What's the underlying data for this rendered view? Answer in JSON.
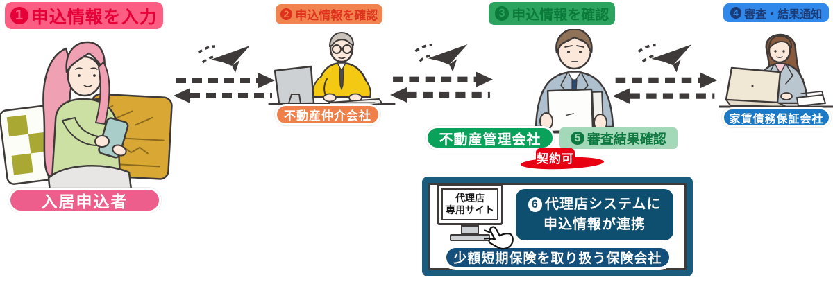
{
  "palette": {
    "line_art": "#3E3A39",
    "step1_badge_bg": "#FB5E82",
    "step1_badge_text": "#E60038",
    "step1_pill_bg": "#EE5E8D",
    "step2_badge_bg": "#F0834E",
    "step2_badge_text": "#DF311E",
    "step2_pill_bg": "#EF8049",
    "step3_badge_bg": "#2CA45F",
    "step3_badge_text": "#0B7A3A",
    "step3_pill_bg": "#0AA25B",
    "step4_badge_bg": "#2F88EA",
    "step4_badge_text": "#1B3B76",
    "step4_pill_bg": "#1B79C6",
    "review_badge_bg": "#A3D8B8",
    "review_badge_text": "#0E7A42",
    "contract_badge_bg": "#E60012",
    "agency_box_border": "#195C7D",
    "system_badge_bg": "#0E4E6E",
    "company_pill_bg": "#134F7A"
  },
  "steps": [
    {
      "num": "1",
      "badge": "申込情報を入力",
      "actor": "入居申込者",
      "illustration": "applicant-woman-with-smartphone"
    },
    {
      "num": "2",
      "badge": "申込情報を確認",
      "actor": "不動産仲介会社",
      "illustration": "broker-at-desk"
    },
    {
      "num": "3",
      "badge": "申込情報を確認",
      "actor": "不動産管理会社",
      "illustration": "manager-reading-documents"
    },
    {
      "num": "4",
      "badge": "審査・結果通知",
      "actor": "家賃債務保証会社",
      "illustration": "guarantor-at-laptop"
    }
  ],
  "review": {
    "num": "5",
    "label": "審査結果確認",
    "result": "契約可"
  },
  "agency_box": {
    "monitor_line1": "代理店",
    "monitor_line2": "専用サイト",
    "system_num": "6",
    "system_line1": "代理店システムに",
    "system_line2": "申込情報が連携",
    "company": "少額短期保険を取り扱う保険会社"
  }
}
